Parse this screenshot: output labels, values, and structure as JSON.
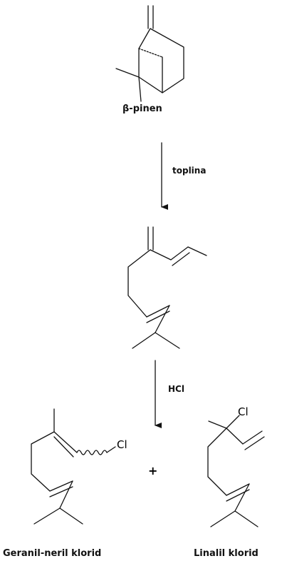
{
  "molecules": {
    "beta_pinene": {
      "name": "β-pinen"
    },
    "myrcene": {
      "name": ""
    },
    "geranyl_neryl_chloride": {
      "name": "Geranil-neril klorid",
      "substituent": "Cl"
    },
    "linalyl_chloride": {
      "name": "Linalil klorid",
      "substituent": "Cl"
    }
  },
  "steps": [
    {
      "reagent": "toplina"
    },
    {
      "reagent": "HCl"
    }
  ],
  "plus": "+",
  "colors": {
    "ink": "#111111",
    "background": "#ffffff"
  }
}
